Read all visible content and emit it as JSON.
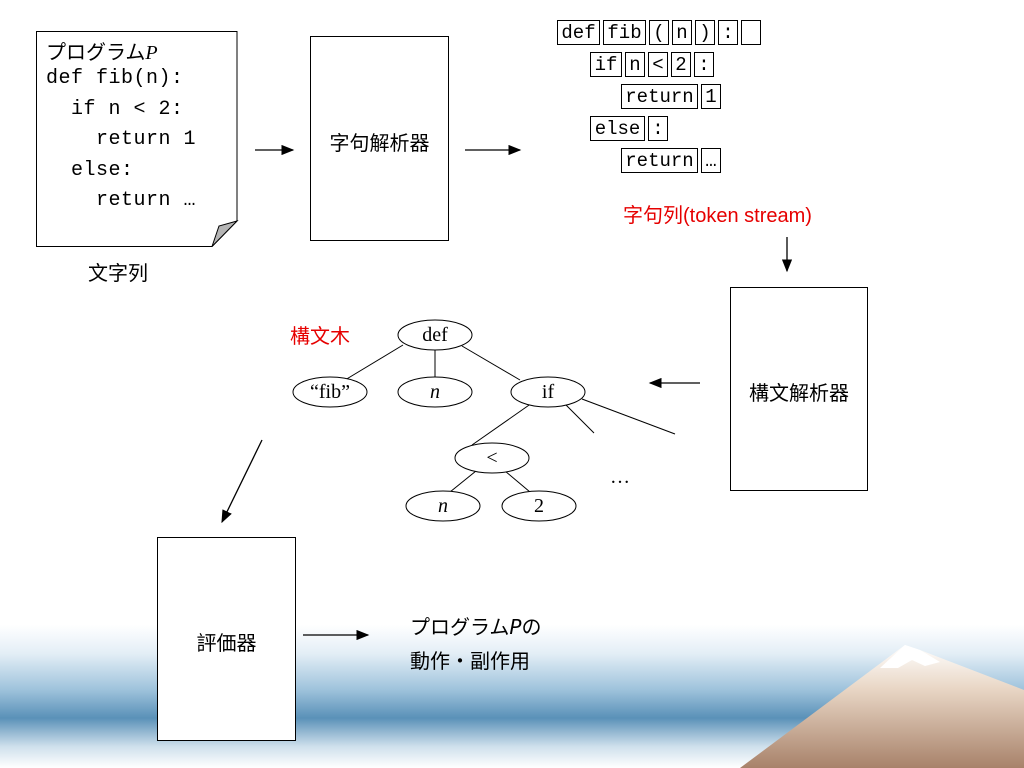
{
  "program": {
    "title": "プログラム",
    "title_var": "P",
    "code_lines": [
      "def fib(n):",
      "  if n < 2:",
      "    return 1",
      "  else:",
      "    return …"
    ],
    "caption": "文字列"
  },
  "lexer": {
    "label": "字句解析器"
  },
  "tokens": {
    "rows": [
      [
        "def",
        "fib",
        "(",
        "n",
        ")",
        ":",
        ""
      ],
      [
        "if",
        "n",
        "<",
        "2",
        ":"
      ],
      [
        "return",
        "1"
      ],
      [
        "else",
        ":"
      ],
      [
        "return",
        "…"
      ]
    ],
    "caption_jp": "字句列",
    "caption_en": "(token stream)"
  },
  "parser": {
    "label": "構文解析器"
  },
  "tree": {
    "caption": "構文木",
    "nodes": [
      {
        "id": "def",
        "label": "def",
        "italic": false
      },
      {
        "id": "fib",
        "label": "“fib”",
        "italic": false
      },
      {
        "id": "n1",
        "label": "n",
        "italic": true
      },
      {
        "id": "if",
        "label": "if",
        "italic": false
      },
      {
        "id": "lt",
        "label": "<",
        "italic": false
      },
      {
        "id": "n2",
        "label": "n",
        "italic": true
      },
      {
        "id": "two",
        "label": "2",
        "italic": false
      }
    ],
    "ellipsis": "…"
  },
  "evaluator": {
    "label": "評価器"
  },
  "result": {
    "line1_prefix": "プログラム",
    "line1_var": "P",
    "line1_suffix": "の",
    "line2": "動作・副作用"
  }
}
